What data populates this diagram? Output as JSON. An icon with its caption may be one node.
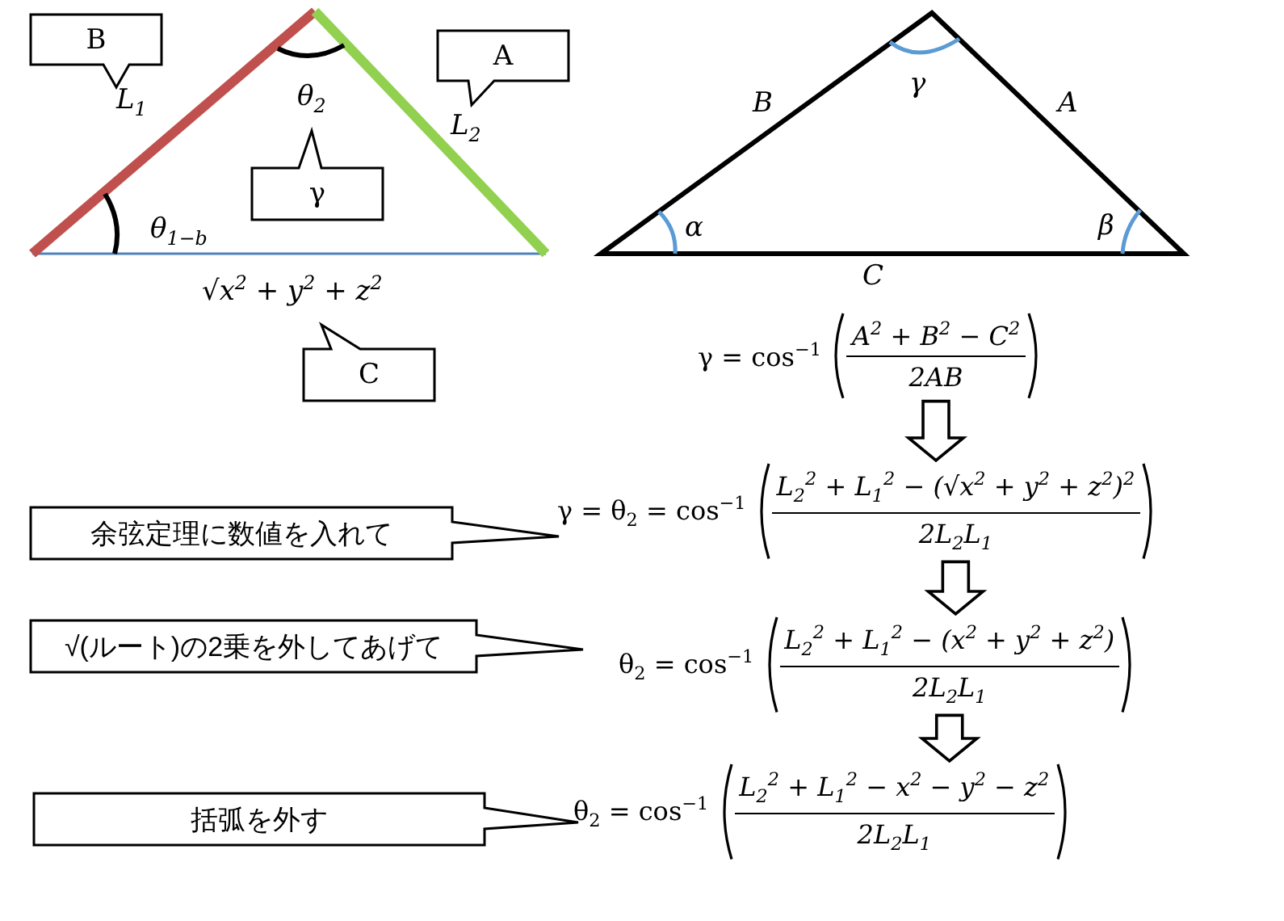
{
  "diagram": {
    "nodes": [
      {
        "text": [
          "B"
        ],
        "beside": [
          "L$_{1}$"
        ]
      },
      {
        "text": [
          "A"
        ],
        "beside": [
          "L$_{2}$"
        ]
      },
      {
        "text": [
          "γ"
        ],
        "beside": [
          "θ$_{2}$"
        ]
      },
      {
        "text": [
          "C"
        ],
        "beside": [
          "√x$^{2}$ + y$^{2}$ + z$^{2}$"
        ]
      },
      {
        "text": [
          "γ = cos$^{−1}$",
          "A$^{2}$ + B$^{2}$ − C$^{2}$",
          "2AB"
        ]
      },
      {
        "text": [
          "余弦定理に数値を入れて"
        ]
      },
      {
        "text": [
          "γ = θ$_{2}$ = cos$^{−1}$",
          "L$_{2}$$^{2}$ + L$_{1}$$^{2}$ − (√x$^{2}$ + y$^{2}$ + z$^{2}$)$^{2}$",
          "2L$_{2}$L$_{1}$"
        ]
      },
      {
        "text": [
          "√(ルート)の2乗を外してあげて"
        ]
      },
      {
        "text": [
          "θ$_{2}$ = cos$^{−1}$",
          "L$_{2}$$^{2}$ + L$_{1}$$^{2}$ − (x$^{2}$ + y$^{2}$ + z$^{2}$)",
          "2L$_{2}$L$_{1}$"
        ]
      },
      {
        "text": [
          "括弧を外す"
        ]
      },
      {
        "text": [
          "θ$_{2}$ = cos$^{−1}$",
          "L$_{2}$$^{2}$ + L$_{1}$$^{2}$ − x$^{2}$ − y$^{2}$ − z$^{2}$",
          "2L$_{2}$L$_{1}$"
        ]
      }
    ],
    "edges": [
      {
        "from": 4,
        "to": 6,
        "arrow": "to"
      },
      {
        "from": 6,
        "to": 8,
        "arrow": "to"
      },
      {
        "from": 8,
        "to": 10,
        "arrow": "to"
      }
    ],
    "labels": [
      "θ$_{1−b}$",
      "B",
      "γ",
      "A",
      "α",
      "β",
      "C"
    ]
  }
}
